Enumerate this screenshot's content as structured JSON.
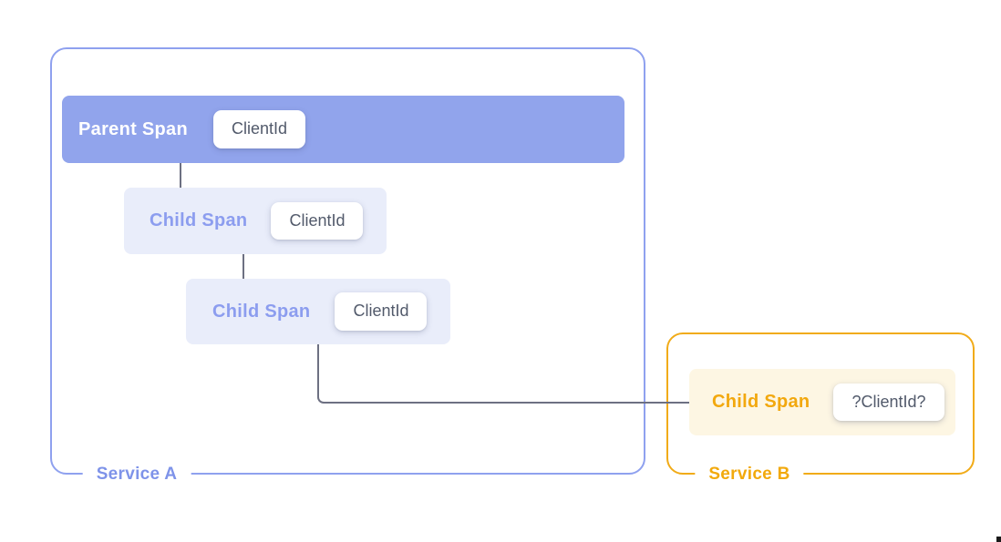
{
  "diagram": {
    "title_implicit": "trace spans across services",
    "service_a": {
      "label": "Service A",
      "border_color": "#8FA1EF",
      "label_color": "#7E93E9",
      "parent_span": {
        "label": "Parent Span",
        "badge": "ClientId",
        "bg_color": "#91A4EC",
        "text_color": "#FFFFFF"
      },
      "child_spans": [
        {
          "label": "Child Span",
          "badge": "ClientId"
        },
        {
          "label": "Child Span",
          "badge": "ClientId"
        }
      ],
      "child_bg_color": "#E9EDFA",
      "child_text_color": "#8C9DEF"
    },
    "service_b": {
      "label": "Service B",
      "border_color": "#F1AB18",
      "label_color": "#F2A90C",
      "child_span": {
        "label": "Child Span",
        "badge": "?ClientId?",
        "bg_color": "#FDF6E3",
        "text_color": "#F2A80E"
      }
    },
    "badge_bg_color": "#FFFFFF",
    "badge_text_color": "#525A6B",
    "connector_color": "#6D7082"
  }
}
